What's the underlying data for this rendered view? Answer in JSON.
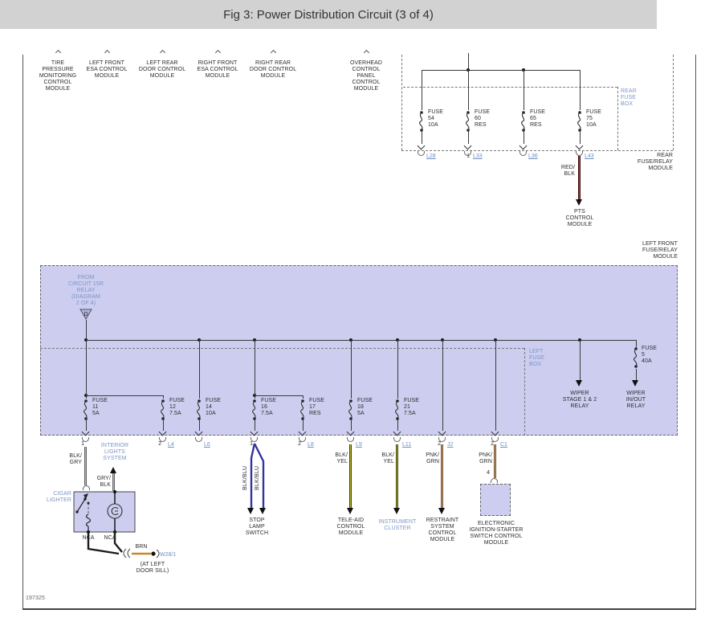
{
  "header": {
    "title": "Fig 3: Power Distribution Circuit (3 of 4)"
  },
  "doc_number": "197325",
  "colors": {
    "header_bar": "#d2d2d2",
    "module_fill": "#cdcdf0",
    "label_blue": "#7a97c8",
    "link_blue": "#6e8fc0",
    "wire_red_blk": "#cf2b2b",
    "wire_blk_blu": "#34349e",
    "wire_blk_yel": "#b3b32e",
    "wire_pnk_grn": "#d8ad7e",
    "wire_brn": "#cc8822",
    "wire_gray": "#b9b9b9"
  },
  "top_modules": [
    {
      "label": "TIRE\nPRESSURE\nMONITORING\nCONTROL\nMODULE"
    },
    {
      "label": "LEFT FRONT\nESA CONTROL\nMODULE"
    },
    {
      "label": "LEFT REAR\nDOOR CONTROL\nMODULE"
    },
    {
      "label": "RIGHT FRONT\nESA CONTROL\nMODULE"
    },
    {
      "label": "RIGHT REAR\nDOOR CONTROL\nMODULE"
    },
    {
      "label": "OVERHEAD\nCONTROL\nPANEL\nCONTROL\nMODULE"
    }
  ],
  "rear": {
    "fuse_box_label": "REAR\nFUSE\nBOX",
    "module_label": "REAR\nFUSE/RELAY\nMODULE",
    "fuses": [
      {
        "label": "FUSE\n54\n10A",
        "connector": "L28"
      },
      {
        "label": "FUSE\n60\nRES",
        "pin": "1",
        "connector": "L33"
      },
      {
        "label": "FUSE\n65\nRES",
        "connector": "L36"
      },
      {
        "label": "FUSE\n75\n10A",
        "connector": "L43"
      }
    ],
    "wire_label": "RED/\nBLK",
    "target": "PTS\nCONTROL\nMODULE"
  },
  "left": {
    "module_label": "LEFT FRONT\nFUSE/RELAY\nMODULE",
    "fuse_box_label": "LEFT\nFUSE\nBOX",
    "source_label": "FROM\nCIRCUIT 15R\nRELAY\n(DIAGRAM\n2 OF 4)",
    "source_connector": "D",
    "fuses": [
      {
        "label": "FUSE\n11\n5A",
        "pin": "1"
      },
      {
        "label": "FUSE\n12\n7.5A",
        "pin": "2",
        "connector": "L4"
      },
      {
        "label": "FUSE\n14\n10A",
        "connector": "L6"
      },
      {
        "label": "FUSE\n16\n7.5A",
        "pin": "1"
      },
      {
        "label": "FUSE\n17\nRES",
        "pin": "2",
        "connector": "L8"
      },
      {
        "label": "FUSE\n18\n5A",
        "connector": "L9"
      },
      {
        "label": "FUSE\n21\n7.5A",
        "connector": "L11"
      }
    ],
    "extra_connectors": [
      {
        "pin": "2",
        "connector": "J2"
      },
      {
        "pin": "2",
        "connector": "C1"
      }
    ],
    "fuse5_label": "FUSE\n5\n40A",
    "wiper_stage_relay": "WIPER\nSTAGE 1 & 2\nRELAY",
    "wiper_inout_relay": "WIPER\nIN/OUT\nRELAY"
  },
  "bottom": {
    "cigar": {
      "label": "CIGAR\nLIGHTER",
      "wire_in": "BLK/\nGRY",
      "wire_out": "GRY/\nBLK",
      "interior": "INTERIOR\nLIGHTS\nSYSTEM",
      "nca_left": "NCA",
      "nca_right": "NCA",
      "brn": "BRN",
      "splice": "W28/1",
      "splice_note": "(AT LEFT\nDOOR SILL)"
    },
    "stop": {
      "wire1": "BLK/BLU",
      "wire2": "BLK/BLU",
      "target": "STOP\nLAMP\nSWITCH"
    },
    "teleaid": {
      "wire": "BLK/\nYEL",
      "target": "TELE-AID\nCONTROL\nMODULE"
    },
    "cluster": {
      "wire": "BLK/\nYEL",
      "target": "INSTRUMENT\nCLUSTER"
    },
    "restraint": {
      "wire": "PNK/\nGRN",
      "target": "RESTRAINT\nSYSTEM\nCONTROL\nMODULE"
    },
    "ignition": {
      "wire": "PNK/\nGRN",
      "pin": "4",
      "target": "ELECTRONIC\nIGNITION-STARTER\nSWITCH CONTROL\nMODULE"
    }
  }
}
